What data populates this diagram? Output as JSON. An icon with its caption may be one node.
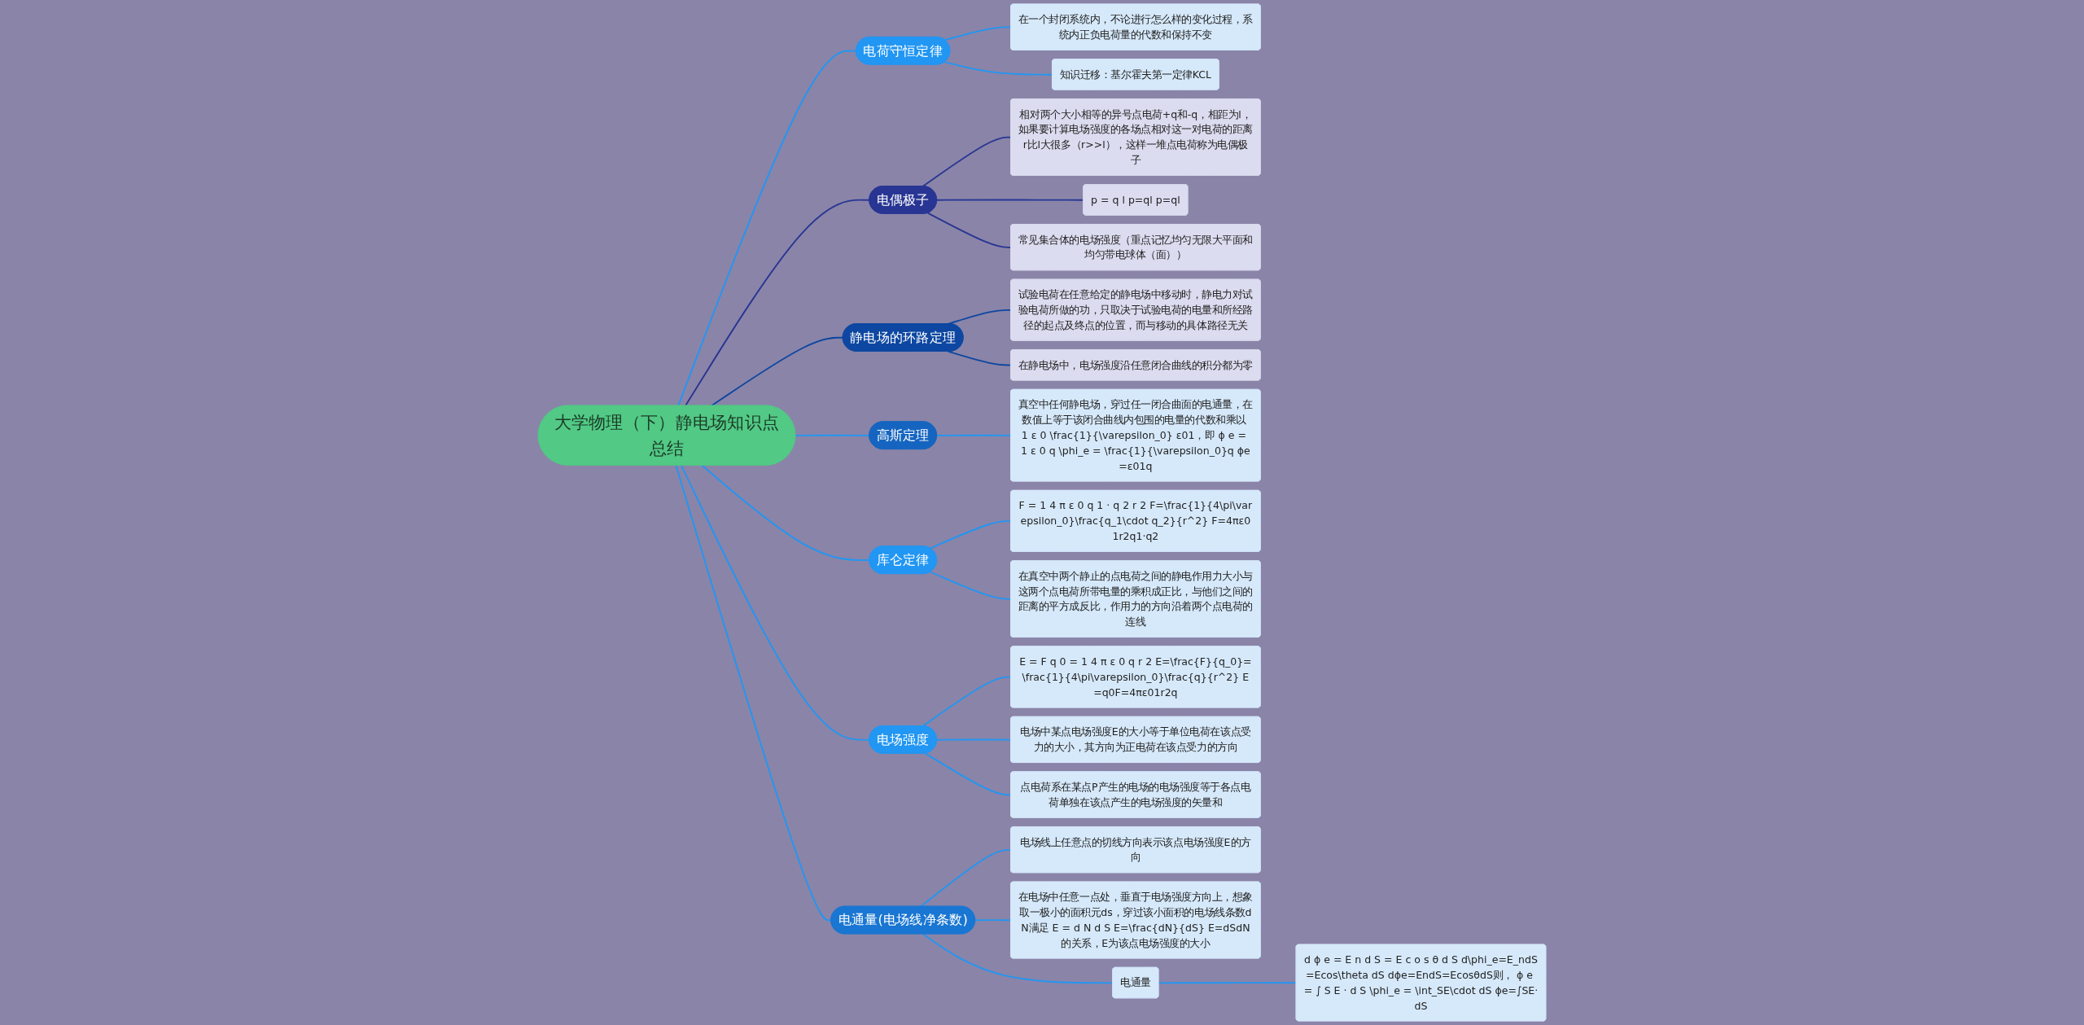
{
  "diagram": {
    "nodes": [
      {
        "text": [
          "大学物理（下）静电场知识点总结"
        ]
      },
      {
        "text": [
          "电荷守恒定律"
        ]
      },
      {
        "text": [
          "在一个封闭系统内，不论进行怎么样的变化过程，系统内正负电荷量的代数和保持不变"
        ]
      },
      {
        "text": [
          "知识迁移：基尔霍夫第一定律KCL"
        ]
      },
      {
        "text": [
          "电偶极子"
        ]
      },
      {
        "text": [
          "相对两个大小相等的异号点电荷+q和-q，相距为l，如果要计算电场强度的各场点相对这一对电荷的距离r比l大很多（r>>l），这样一堆点电荷称为电偶极子"
        ]
      },
      {
        "text": [
          "p = q l p=ql p=ql"
        ]
      },
      {
        "text": [
          "常见集合体的电场强度（重点记忆均匀无限大平面和均匀带电球体（面））"
        ]
      },
      {
        "text": [
          "静电场的环路定理"
        ]
      },
      {
        "text": [
          "试验电荷在任意给定的静电场中移动时，静电力对试验电荷所做的功，只取决于试验电荷的电量和所经路径的起点及终点的位置，而与移动的具体路径无关"
        ]
      },
      {
        "text": [
          "在静电场中，电场强度沿任意闭合曲线的积分都为零"
        ]
      },
      {
        "text": [
          "高斯定理"
        ]
      },
      {
        "text": [
          "真空中任何静电场，穿过任一闭合曲面的电通量，在数值上等于该闭合曲线内包围的电量的代数和乘以 1 ε 0 \\frac{1}{\\varepsilon_0} ε01，即 ϕ e = 1 ε 0 q \\phi_e = \\frac{1}{\\varepsilon_0}q ϕe=ε01q"
        ]
      },
      {
        "text": [
          "库仑定律"
        ]
      },
      {
        "text": [
          "F = 1 4 π ε 0 q 1 · q 2 r 2 F=\\frac{1}{4\\pi\\varepsilon_0}\\frac{q_1\\cdot q_2}{r^2} F=4πε01r2q1·q2"
        ]
      },
      {
        "text": [
          "在真空中两个静止的点电荷之间的静电作用力大小与这两个点电荷所带电量的乘积成正比，与他们之间的距离的平方成反比，作用力的方向沿着两个点电荷的连线"
        ]
      },
      {
        "text": [
          "电场强度"
        ]
      },
      {
        "text": [
          "E = F q 0 = 1 4 π ε 0 q r 2 E=\\frac{F}{q_0}=\\frac{1}{4\\pi\\varepsilon_0}\\frac{q}{r^2} E=q0F=4πε01r2q"
        ]
      },
      {
        "text": [
          "电场中某点电场强度E的大小等于单位电荷在该点受力的大小，其方向为正电荷在该点受力的方向"
        ]
      },
      {
        "text": [
          "点电荷系在某点P产生的电场的电场强度等于各点电荷单独在该点产生的电场强度的矢量和"
        ]
      },
      {
        "text": [
          "电通量(电场线净条数)"
        ]
      },
      {
        "text": [
          "电场线上任意点的切线方向表示该点电场强度E的方向"
        ]
      },
      {
        "text": [
          "在电场中任意一点处，垂直于电场强度方向上，想象取一极小的面积元ds，穿过该小面积的电场线条数dN满足 E = d N d S E=\\frac{dN}{dS} E=dSdN的关系，E为该点电场强度的大小"
        ]
      },
      {
        "text": [
          "电通量"
        ]
      },
      {
        "text": [
          "d ϕ e = E n d S = E c o s θ d S d\\phi_e=E_ndS=Ecos\\theta dS dϕe=EndS=EcosθdS则， ϕ e = ∫ S E · d S \\phi_e = \\int_SE\\cdot dS ϕe=∫SE·dS"
        ]
      }
    ],
    "edges": [
      {
        "from": 0,
        "to": 1,
        "arrow": "none"
      },
      {
        "from": 1,
        "to": 2,
        "arrow": "none"
      },
      {
        "from": 1,
        "to": 3,
        "arrow": "none"
      },
      {
        "from": 0,
        "to": 4,
        "arrow": "none",
        "color": "#283593"
      },
      {
        "from": 4,
        "to": 5,
        "arrow": "none",
        "color": "#283593"
      },
      {
        "from": 4,
        "to": 6,
        "arrow": "none",
        "color": "#283593"
      },
      {
        "from": 4,
        "to": 7,
        "arrow": "none",
        "color": "#283593"
      },
      {
        "from": 0,
        "to": 8,
        "arrow": "none",
        "color": "#0d47a1"
      },
      {
        "from": 8,
        "to": 9,
        "arrow": "none",
        "color": "#0d47a1"
      },
      {
        "from": 8,
        "to": 10,
        "arrow": "none",
        "color": "#0d47a1"
      },
      {
        "from": 0,
        "to": 11,
        "arrow": "none"
      },
      {
        "from": 11,
        "to": 12,
        "arrow": "none"
      },
      {
        "from": 0,
        "to": 13,
        "arrow": "none"
      },
      {
        "from": 13,
        "to": 14,
        "arrow": "none"
      },
      {
        "from": 13,
        "to": 15,
        "arrow": "none"
      },
      {
        "from": 0,
        "to": 16,
        "arrow": "none"
      },
      {
        "from": 16,
        "to": 17,
        "arrow": "none"
      },
      {
        "from": 16,
        "to": 18,
        "arrow": "none"
      },
      {
        "from": 16,
        "to": 19,
        "arrow": "none"
      },
      {
        "from": 0,
        "to": 20,
        "arrow": "none"
      },
      {
        "from": 20,
        "to": 21,
        "arrow": "none"
      },
      {
        "from": 20,
        "to": 22,
        "arrow": "none"
      },
      {
        "from": 20,
        "to": 23,
        "arrow": "none"
      },
      {
        "from": 23,
        "to": 24,
        "arrow": "none"
      }
    ]
  }
}
